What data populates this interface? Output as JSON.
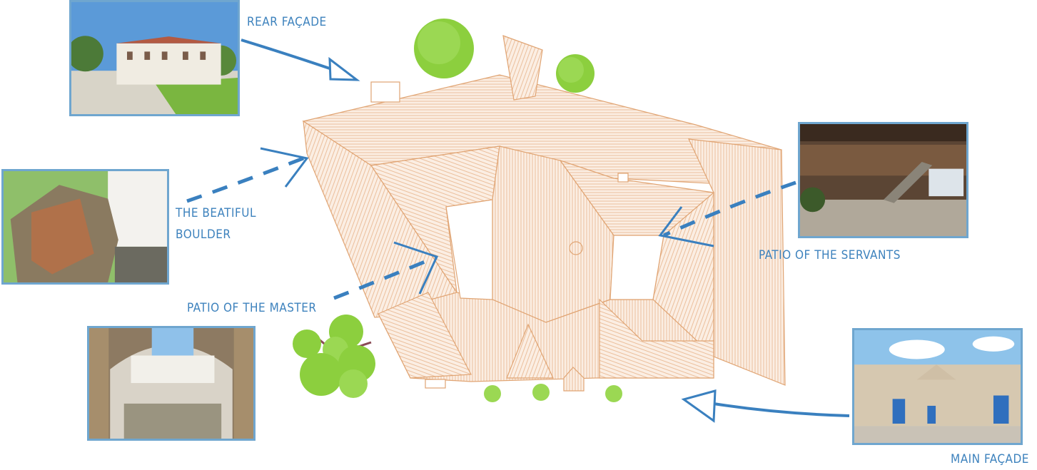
{
  "labels": {
    "rear_facade": "REAR FAÇADE",
    "boulder_line1": "THE BEATIFUL",
    "boulder_line2": "BOULDER",
    "patio_master": "PATIO OF THE MASTER",
    "patio_servants": "PATIO OF THE SERVANTS",
    "main_facade": "MAIN FAÇADE"
  },
  "colors": {
    "accent_blue": "#3a80bf",
    "roof_line": "#e3a97a",
    "tree_green": "#8ccf3e",
    "photo_border": "#6fa6cf"
  }
}
